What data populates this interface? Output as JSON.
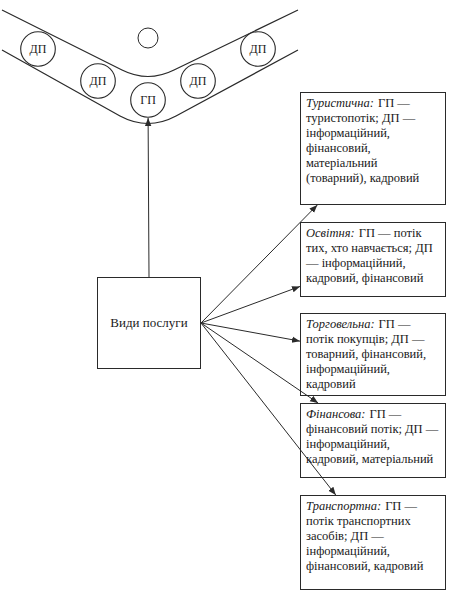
{
  "diagram": {
    "nodes": [
      {
        "text": [
          "ДП"
        ]
      },
      {
        "text": [
          "ДП"
        ]
      },
      {
        "text": [
          "ГП"
        ]
      },
      {
        "text": [
          "ДП"
        ]
      },
      {
        "text": [
          "ДП"
        ]
      },
      {
        "text": [
          "Види послуги"
        ]
      },
      {
        "text": [
          "Туристична:",
          "ГП — туристопотік; ДП — інформаційний, фінансовий, матеріальний (товарний), кадровий"
        ]
      },
      {
        "text": [
          "Освітня:",
          "ГП — потік тих, хто навчається; ДП — інформаційний, кадровий, фінансовий"
        ]
      },
      {
        "text": [
          "Торговельна:",
          "ГП — потік покупців; ДП — товарний, фінансовий, інформаційний, кадровий"
        ]
      },
      {
        "text": [
          "Фінансова:",
          "ГП — фінансовий потік; ДП — інформаційний, кадровий, матеріальний"
        ]
      },
      {
        "text": [
          "Транспортна:",
          "ГП — потік транспортних засобів; ДП — інформаційний, фінансовий, кадровий"
        ]
      }
    ],
    "edges": [
      {
        "from": 5,
        "to": 2,
        "arrow": "to"
      },
      {
        "from": 5,
        "to": 6,
        "arrow": "to"
      },
      {
        "from": 5,
        "to": 7,
        "arrow": "to"
      },
      {
        "from": 5,
        "to": 8,
        "arrow": "to"
      },
      {
        "from": 5,
        "to": 9,
        "arrow": "to"
      },
      {
        "from": 5,
        "to": 10,
        "arrow": "to"
      }
    ]
  }
}
